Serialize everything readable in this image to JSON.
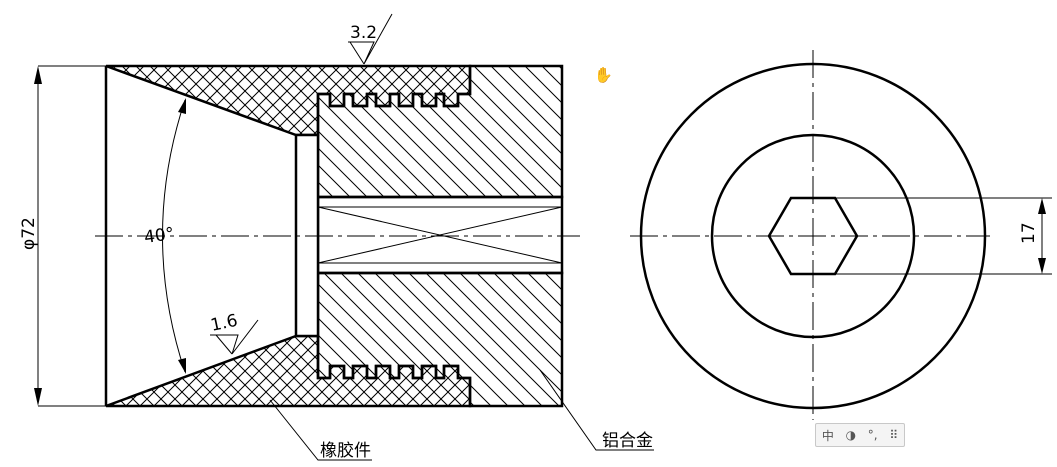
{
  "drawing": {
    "roughness_top": "3.2",
    "roughness_cone": "1.6",
    "diameter_label": "φ72",
    "angle_label": "40°",
    "hex_size_label": "17",
    "rubber_part_label": "橡胶件",
    "aluminum_part_label": "铝合金"
  },
  "ime_toolbar": {
    "lang": "中",
    "moon": "◑",
    "punct": "°,",
    "keyboard": "⠿"
  },
  "icons": {
    "hand": "✋"
  }
}
